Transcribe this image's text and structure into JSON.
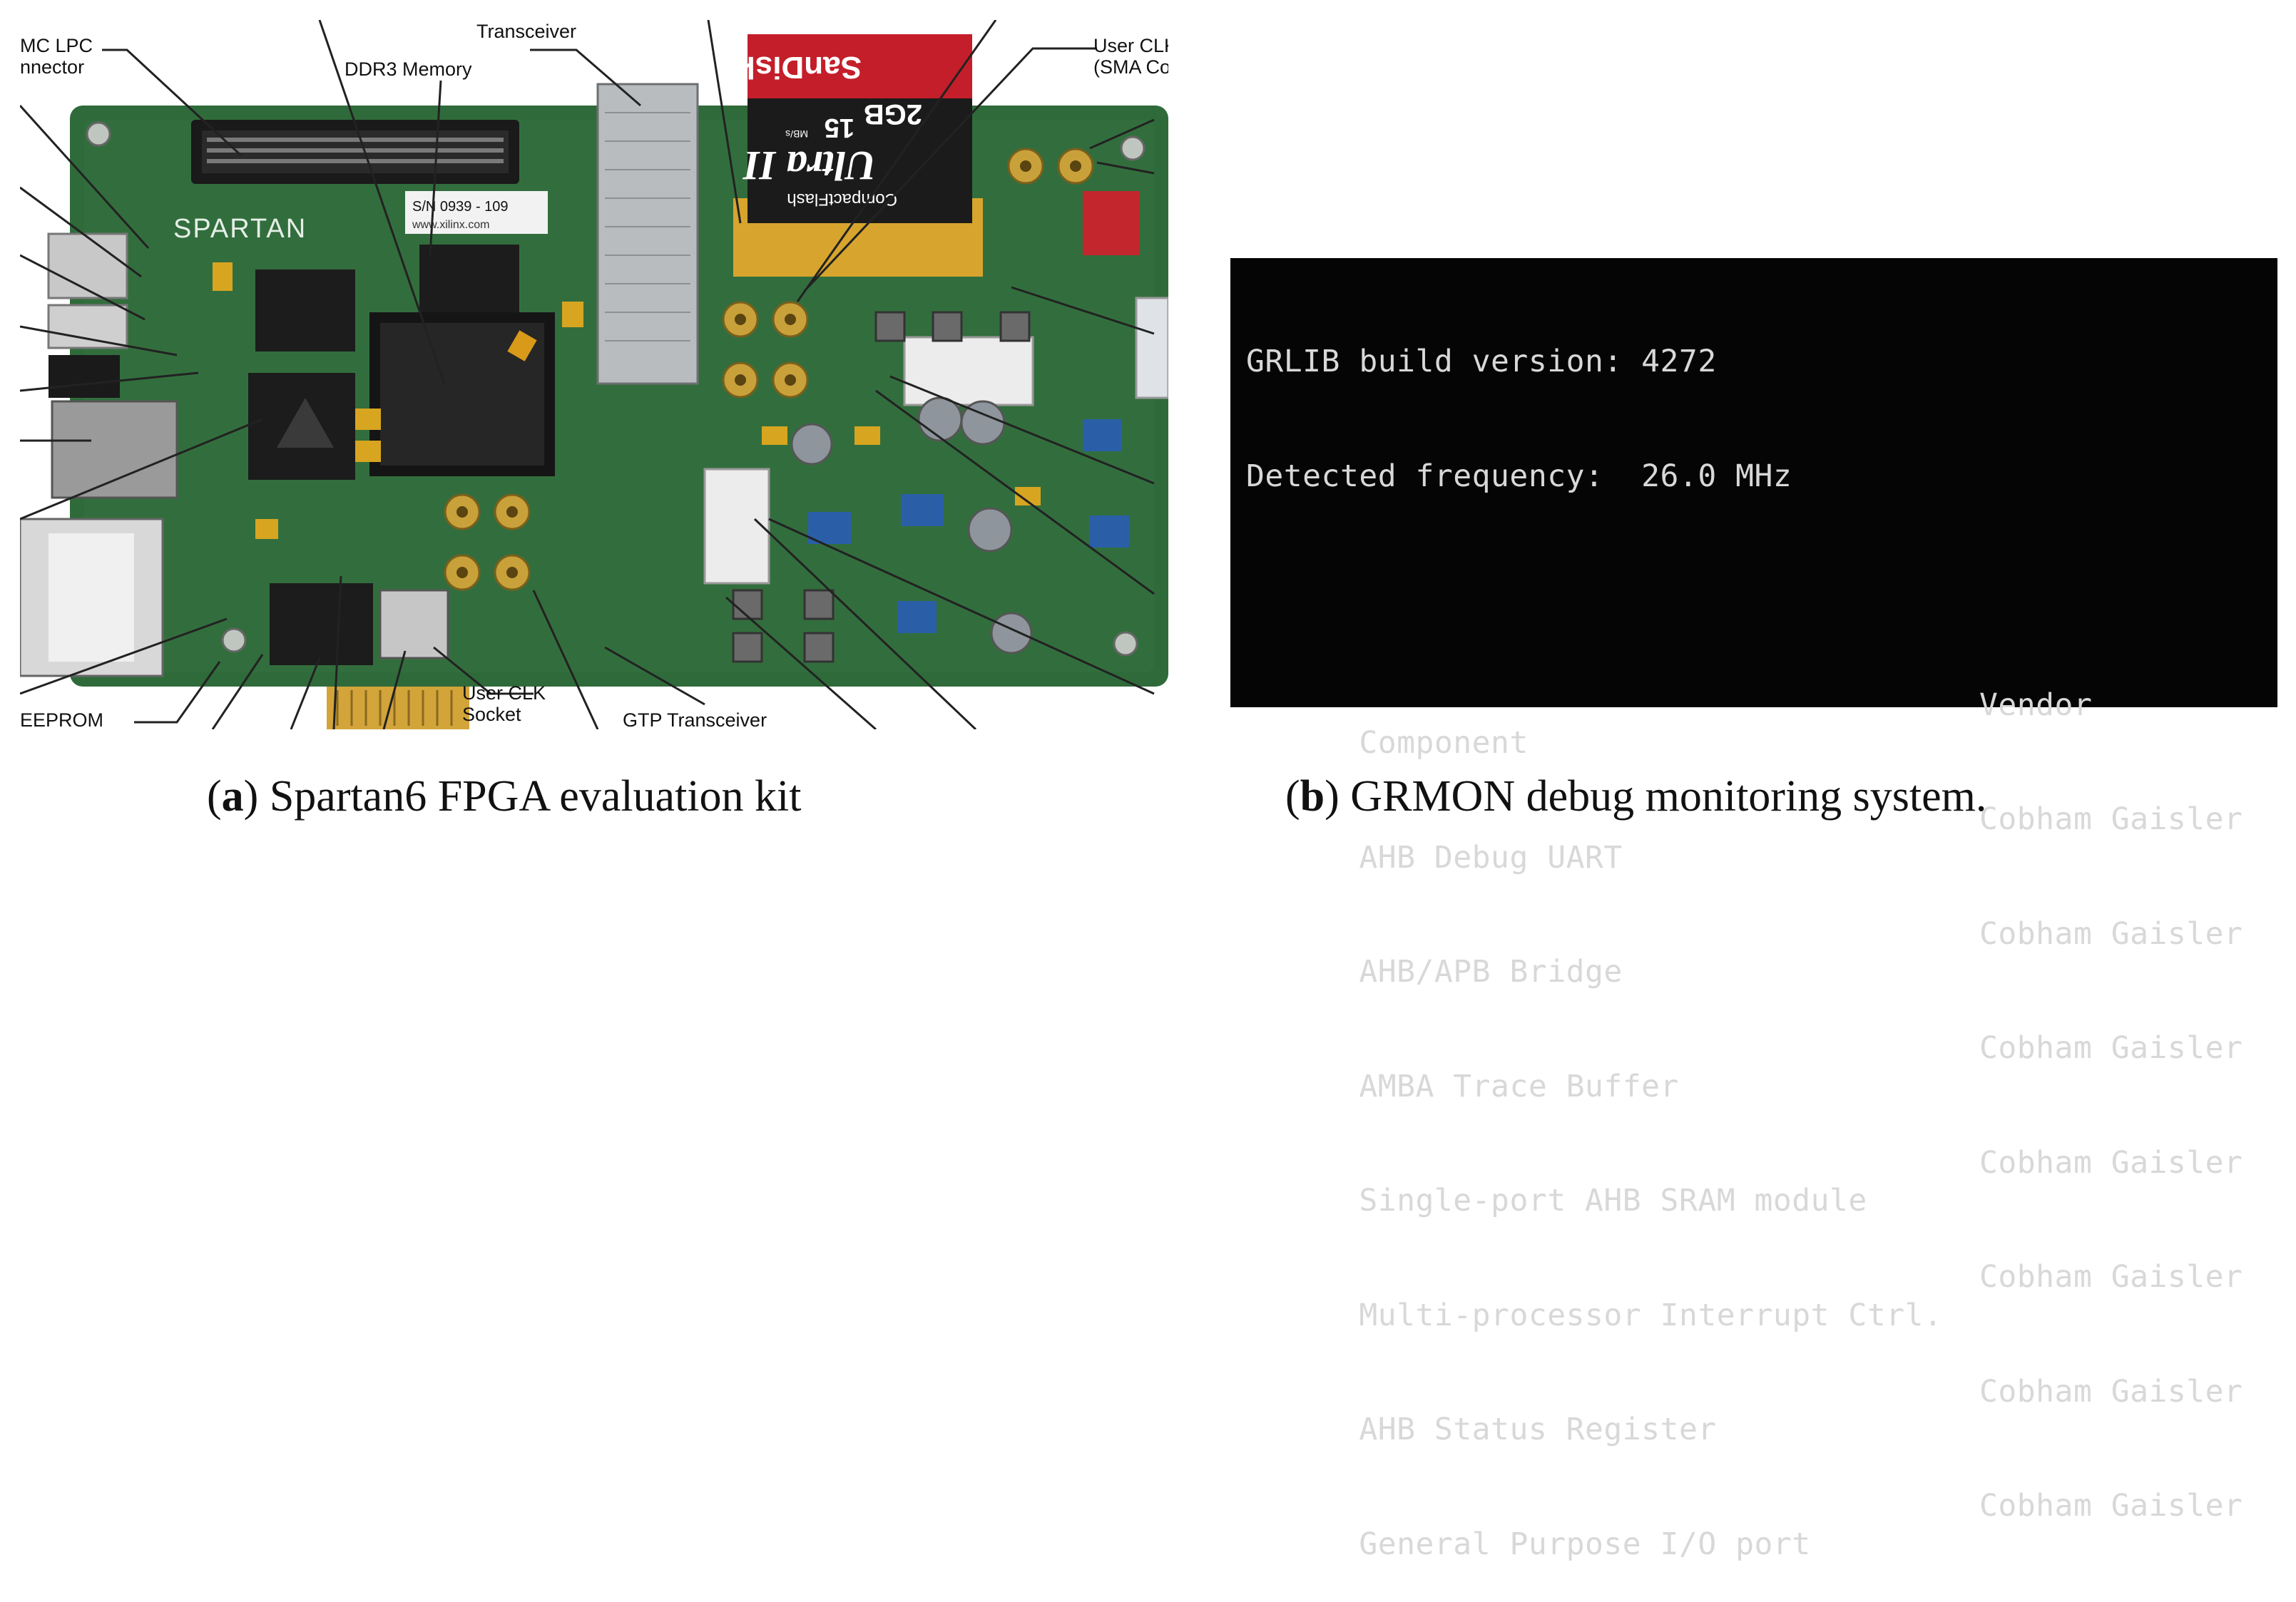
{
  "panel_a": {
    "callouts": {
      "fmc": "MC LPC\nnnector",
      "transceiver": "Transceiver",
      "ddr3": "DDR3 Memory",
      "user_clk_sma": "User CLK\n(SMA Con",
      "eeprom": "EEPROM",
      "user_clk_socket": "User CLK\nSocket",
      "gtp": "GTP Transceiver"
    },
    "board_text": {
      "brand": "SPARTAN",
      "serial": "S/N 0939 - 109",
      "serial_sub": "www.xilinx.com",
      "card_brand": "SanDisk",
      "card_size": "2GB",
      "card_speed": "15",
      "card_speed_unit": "MB/s",
      "card_name": "Ultra II",
      "card_type": "CompactFlash"
    },
    "colors": {
      "pcb": "#2f6b3a",
      "pcb_dark": "#1e4a27",
      "chip": "#1c1c1c",
      "gold": "#c9a13a",
      "card_red": "#c41e2a"
    }
  },
  "panel_b": {
    "build_line": "GRLIB build version: 4272",
    "freq_line": "Detected frequency:  26.0 MHz",
    "header": {
      "component": "Component",
      "vendor": "Vendor"
    },
    "rows": [
      {
        "component": "AHB Debug UART",
        "vendor": "Cobham Gaisler"
      },
      {
        "component": "AHB/APB Bridge",
        "vendor": "Cobham Gaisler"
      },
      {
        "component": "AMBA Trace Buffer",
        "vendor": "Cobham Gaisler"
      },
      {
        "component": "Single-port AHB SRAM module",
        "vendor": "Cobham Gaisler"
      },
      {
        "component": "Multi-processor Interrupt Ctrl.",
        "vendor": "Cobham Gaisler"
      },
      {
        "component": "AHB Status Register",
        "vendor": "Cobham Gaisler"
      },
      {
        "component": "General Purpose I/O port",
        "vendor": "Cobham Gaisler"
      }
    ]
  },
  "captions": {
    "a_label": "(a)",
    "a_text": "Spartan6 FPGA evaluation kit",
    "b_label": "(b)",
    "b_text": "GRMON debug monitoring system."
  }
}
